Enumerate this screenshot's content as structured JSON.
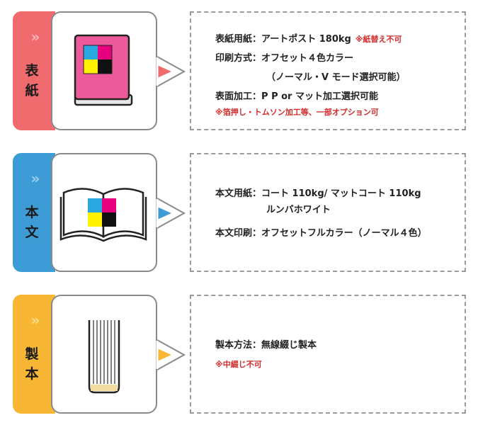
{
  "sections": [
    {
      "tab_chevron": "»",
      "tab_label": [
        "表",
        "紙"
      ],
      "color": "#f06b6e",
      "icon": "book-closed-icon",
      "lines": [
        {
          "key": "表紙用紙：",
          "value": "アートポスト 180kg",
          "note": "※紙替え不可"
        },
        {
          "key": "印刷方式：",
          "value": "オフセット４色カラー"
        },
        {
          "key": "",
          "value": "（ノーマル・V モード選択可能）"
        },
        {
          "key": "表面加工：",
          "value": "P P or マット加工選択可能"
        }
      ],
      "footnote": "※箔押し・トムソン加工等、一部オプション可"
    },
    {
      "tab_chevron": "»",
      "tab_label": [
        "本",
        "文"
      ],
      "color": "#3d9bd6",
      "icon": "book-open-icon",
      "lines": [
        {
          "key": "本文用紙：",
          "value": "コート 110kg/ マットコート 110kg"
        },
        {
          "key": "",
          "value": "ルンバホワイト"
        },
        {
          "key": "本文印刷：",
          "value": "オフセットフルカラー（ノーマル４色）"
        }
      ]
    },
    {
      "tab_chevron": "»",
      "tab_label": [
        "製",
        "本"
      ],
      "color": "#f7b734",
      "icon": "book-spine-icon",
      "lines": [
        {
          "key": "製本方法：",
          "value": "無線綴じ製本"
        }
      ],
      "footnote": "※中綴じ不可"
    }
  ]
}
